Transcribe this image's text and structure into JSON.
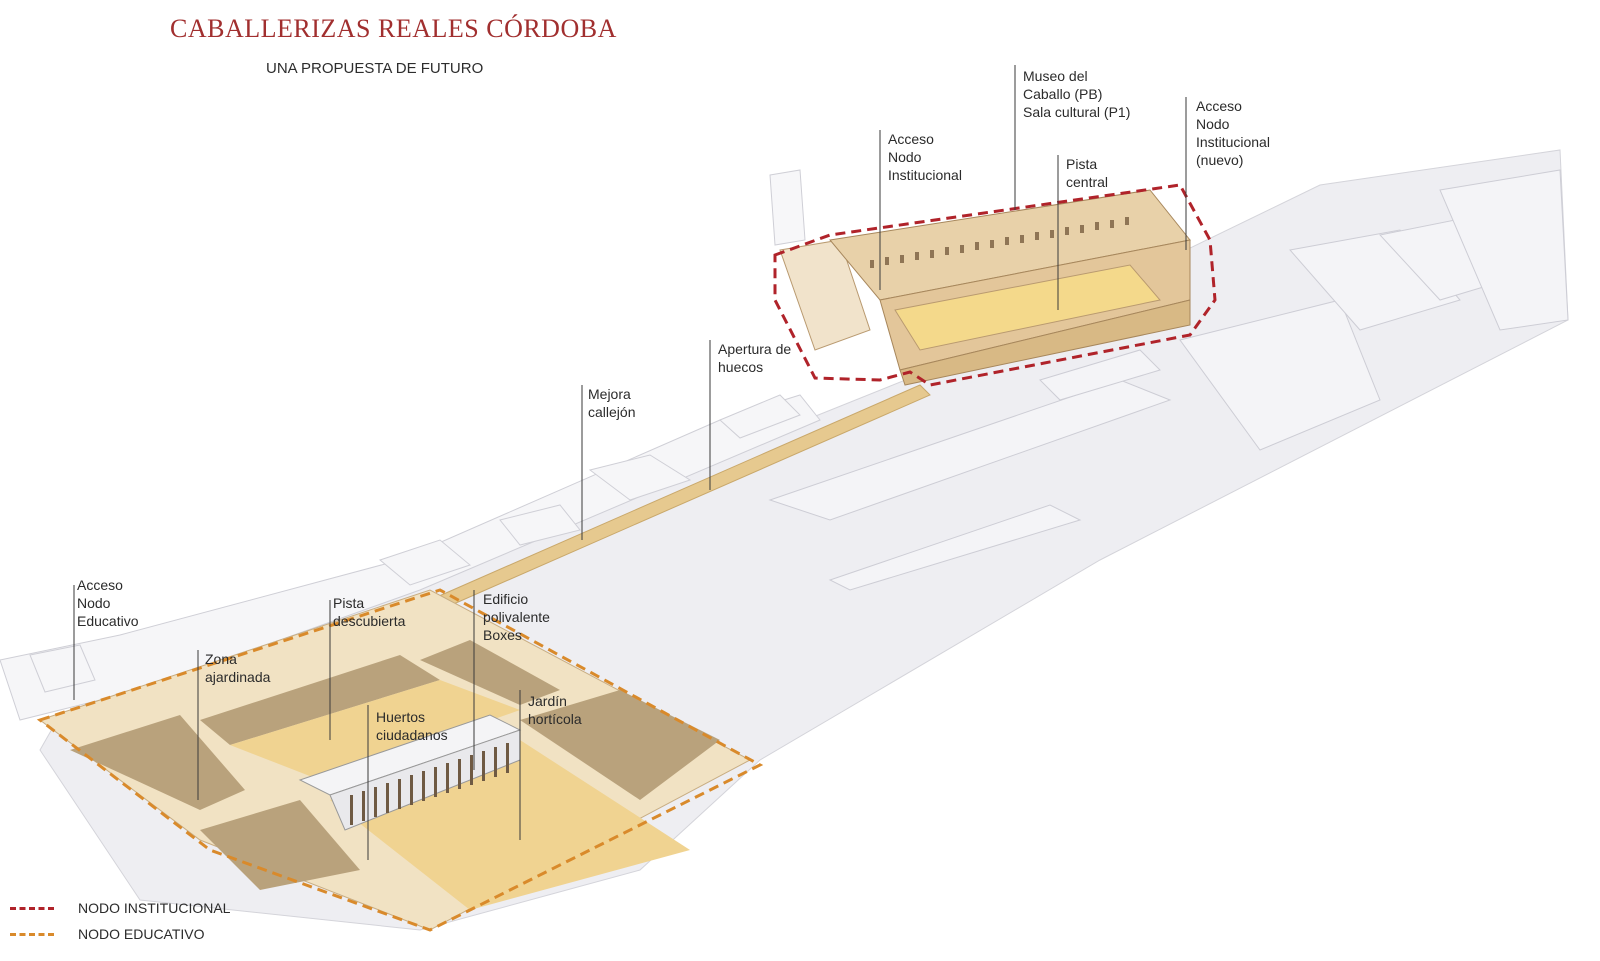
{
  "header": {
    "title": "CABALLERIZAS REALES CÓRDOBA",
    "subtitle": "UNA PROPUESTA DE FUTURO"
  },
  "labels": {
    "acceso_nodo_educativo": "Acceso\nNodo\nEducativo",
    "pista_descubierta": "Pista\ndescubierta",
    "edificio_polivalente": "Edificio\npolivalente\nBoxes",
    "zona_ajardinada": "Zona\najardinada",
    "huertos_ciudadanos": "Huertos\nciudadanos",
    "jardin_horticola": "Jardín\nhortícola",
    "mejora_callejon": "Mejora\ncallejón",
    "apertura_huecos": "Apertura de\nhuecos",
    "acceso_nodo_institucional": "Acceso\nNodo\nInstitucional",
    "museo_caballo": "Museo del\nCaballo (PB)\nSala cultural (P1)",
    "pista_central": "Pista\ncentral",
    "acceso_nodo_institucional_nuevo": "Acceso\nNodo\nInstitucional\n(nuevo)"
  },
  "legend": {
    "items": [
      {
        "label": "NODO INSTITUCIONAL",
        "color": "#b0232a"
      },
      {
        "label": "NODO EDUCATIVO",
        "color": "#d98a2b"
      }
    ]
  },
  "colors": {
    "title": "#a12f2f",
    "institutional": "#b0232a",
    "educational": "#d98a2b",
    "building": "#e3c69a",
    "sand": "#f0d391",
    "plot_dark": "#b9a27c",
    "ground": "#eeeef1"
  }
}
